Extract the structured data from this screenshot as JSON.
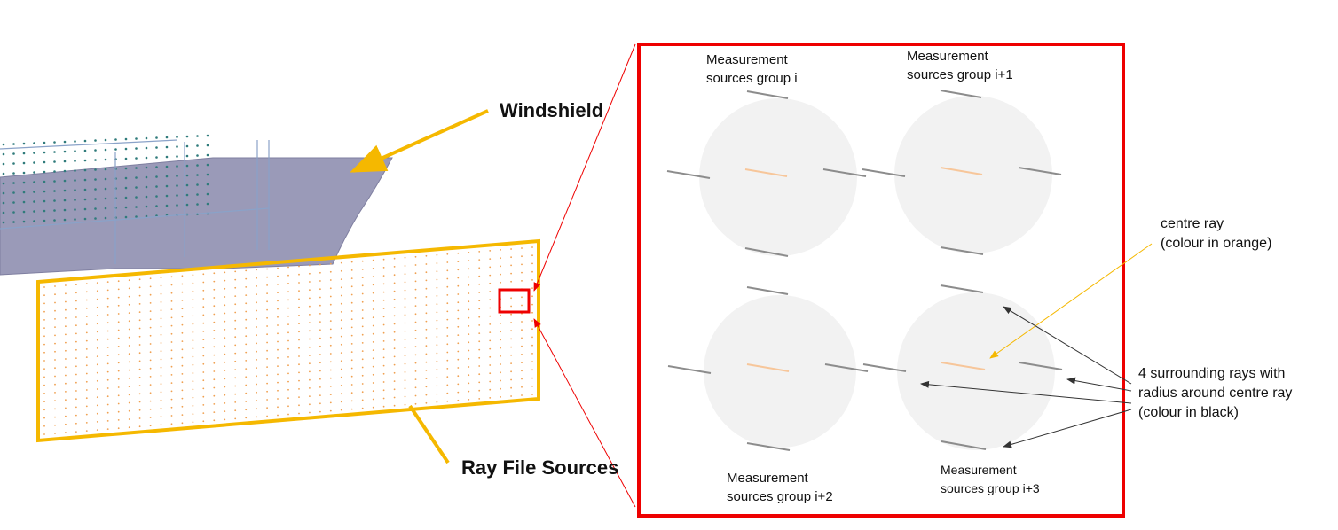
{
  "labels": {
    "windshield": "Windshield",
    "ray_file_sources": "Ray File Sources",
    "group_i_line1": "Measurement",
    "group_i_line2": "sources group i",
    "group_i1_line1": "Measurement",
    "group_i1_line2": "sources group i+1",
    "group_i2_line1": "Measurement",
    "group_i2_line2": "sources group i+2",
    "group_i3_line1": "Measurement",
    "group_i3_line2": "sources group i+3",
    "centre_ray_line1": "centre ray",
    "centre_ray_line2": "(colour in orange)",
    "surround_line1": "4 surrounding rays with",
    "surround_line2": "radius around centre ray",
    "surround_line3": "(colour in black)"
  },
  "colors": {
    "windshield_fill": "#9a9ab8",
    "frame_orange": "#f5b800",
    "zoom_red": "#ee0000",
    "centre_ray": "#f7c69a",
    "surround_ray": "#8c8c8c",
    "disc": "#f2f2f2",
    "arrow": "#333333"
  }
}
